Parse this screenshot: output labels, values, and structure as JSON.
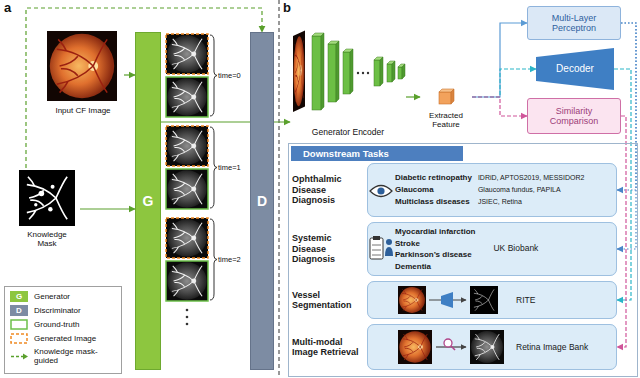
{
  "diagram": {
    "nodes": [
      {
        "text": [
          "Input CF Image"
        ]
      },
      {
        "text": [
          "Knowledge Mask"
        ]
      },
      {
        "text": [
          "G"
        ]
      },
      {
        "text": [
          "D"
        ]
      },
      {
        "text": [
          "Generator Encoder"
        ]
      },
      {
        "text": [
          "Extracted Feature"
        ]
      },
      {
        "text": [
          "Multi-Layer Perceptron"
        ]
      },
      {
        "text": [
          "Decoder"
        ]
      },
      {
        "text": [
          "Similarity Comparison"
        ]
      },
      {
        "text": [
          "Downstream Tasks"
        ]
      },
      {
        "text": [
          "Ophthalmic Disease Diagnosis",
          "Diabetic retinopathy",
          "Glaucoma",
          "Multiclass diseases",
          "IDRiD, APTOS2019, MESSIDOR2",
          "Glaucoma fundus, PAPILA",
          "JSIEC, Retina"
        ],
        "in": 9
      },
      {
        "text": [
          "Systemic Disease Diagnosis",
          "Myocardial infarction",
          "Stroke",
          "Parkinson’s disease",
          "Dementia",
          "UK Biobank"
        ],
        "in": 9
      },
      {
        "text": [
          "Vessel Segmentation",
          "RITE"
        ],
        "in": 9
      },
      {
        "text": [
          "Multi-modal Image Retrieval",
          "Retina Image Bank"
        ],
        "in": 9
      }
    ],
    "edges": [
      {
        "from": 0,
        "to": 2,
        "arrow": "to"
      },
      {
        "from": 1,
        "to": 2,
        "arrow": "to"
      },
      {
        "from": 1,
        "to": 3,
        "arrow": "to"
      },
      {
        "from": 2,
        "to": 4,
        "arrow": "to"
      },
      {
        "from": 4,
        "to": 5,
        "arrow": "to"
      },
      {
        "from": 5,
        "to": 6,
        "arrow": "to"
      },
      {
        "from": 5,
        "to": 7,
        "arrow": "to"
      },
      {
        "from": 5,
        "to": 8,
        "arrow": "to"
      },
      {
        "from": 6,
        "to": 10,
        "arrow": "to"
      },
      {
        "from": 6,
        "to": 11,
        "arrow": "to"
      },
      {
        "from": 7,
        "to": 12,
        "arrow": "to"
      },
      {
        "from": 8,
        "to": 13,
        "arrow": "to"
      }
    ],
    "labels": [
      "a",
      "time=0",
      "time=1",
      "time=2",
      "b",
      "G",
      "D"
    ],
    "legend": [
      {
        "text": "Generator",
        "color": "#8dc63f"
      },
      {
        "text": "Discriminator",
        "color": "#7d8ca3"
      },
      {
        "text": "Ground-truth"
      },
      {
        "text": "Generated Image"
      },
      {
        "text": "Knowledge mask-guided"
      }
    ]
  }
}
